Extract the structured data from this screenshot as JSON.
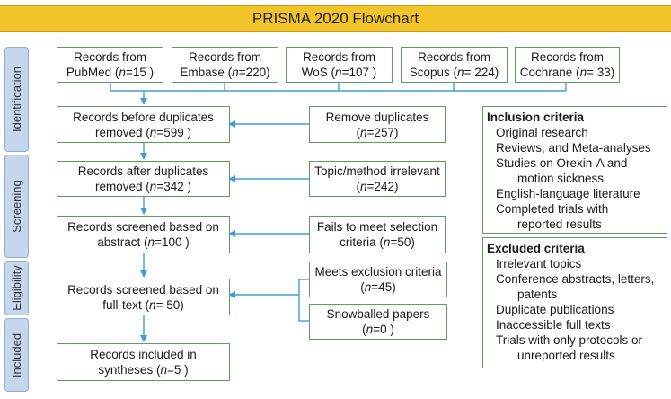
{
  "title": "PRISMA 2020 Flowchart",
  "stages": [
    "Identification",
    "Screening",
    "Eligibility",
    "Included"
  ],
  "sources": [
    {
      "line1": "Records from",
      "line2": "PubMed (n=15 )"
    },
    {
      "line1": "Records from",
      "line2": "Embase (n=220)"
    },
    {
      "line1": "Records from",
      "line2": "WoS (n=107 )"
    },
    {
      "line1": "Records from",
      "line2": "Scopus (n= 224)"
    },
    {
      "line1": "Records from",
      "line2": "Cochrane (n= 33)"
    }
  ],
  "flow": [
    {
      "line1": "Records before duplicates",
      "line2": "removed (n=599 )"
    },
    {
      "line1": "Records after duplicates",
      "line2": "removed (n=342 )"
    },
    {
      "line1": "Records screened based on",
      "line2": "abstract (n=100 )"
    },
    {
      "line1": "Records screened based on",
      "line2": "full-text (n= 50)"
    },
    {
      "line1": "Records included in",
      "line2": "syntheses (n=5 )"
    }
  ],
  "exclusions": [
    {
      "line1": "Remove duplicates",
      "line2": "(n=257)"
    },
    {
      "line1": "Topic/method irrelevant",
      "line2": "(n=242)"
    },
    {
      "line1": "Fails to meet selection",
      "line2": "criteria (n=50)"
    },
    {
      "line1": "Meets exclusion criteria",
      "line2": "(n=45)"
    },
    {
      "line1": "Snowballed papers",
      "line2": "(n=0 )"
    }
  ],
  "inclusion_criteria": {
    "heading": "Inclusion criteria",
    "items": [
      "Original research",
      "Reviews, and Meta-analyses",
      "Studies on Orexin-A and",
      "motion sickness",
      "English-language literature",
      "Completed trials with",
      "reported results"
    ]
  },
  "excluded_criteria": {
    "heading": "Excluded criteria",
    "items": [
      "Irrelevant topics",
      "Conference abstracts, letters,",
      "patents",
      "Duplicate publications",
      "Inaccessible full texts",
      "Trials with only protocols or",
      "unreported results"
    ]
  },
  "colors": {
    "title_bg": "#f3c42a",
    "stage_bg": "#c6d6ec",
    "box_border": "#5aa05a",
    "arrow": "#3d9fd6"
  }
}
